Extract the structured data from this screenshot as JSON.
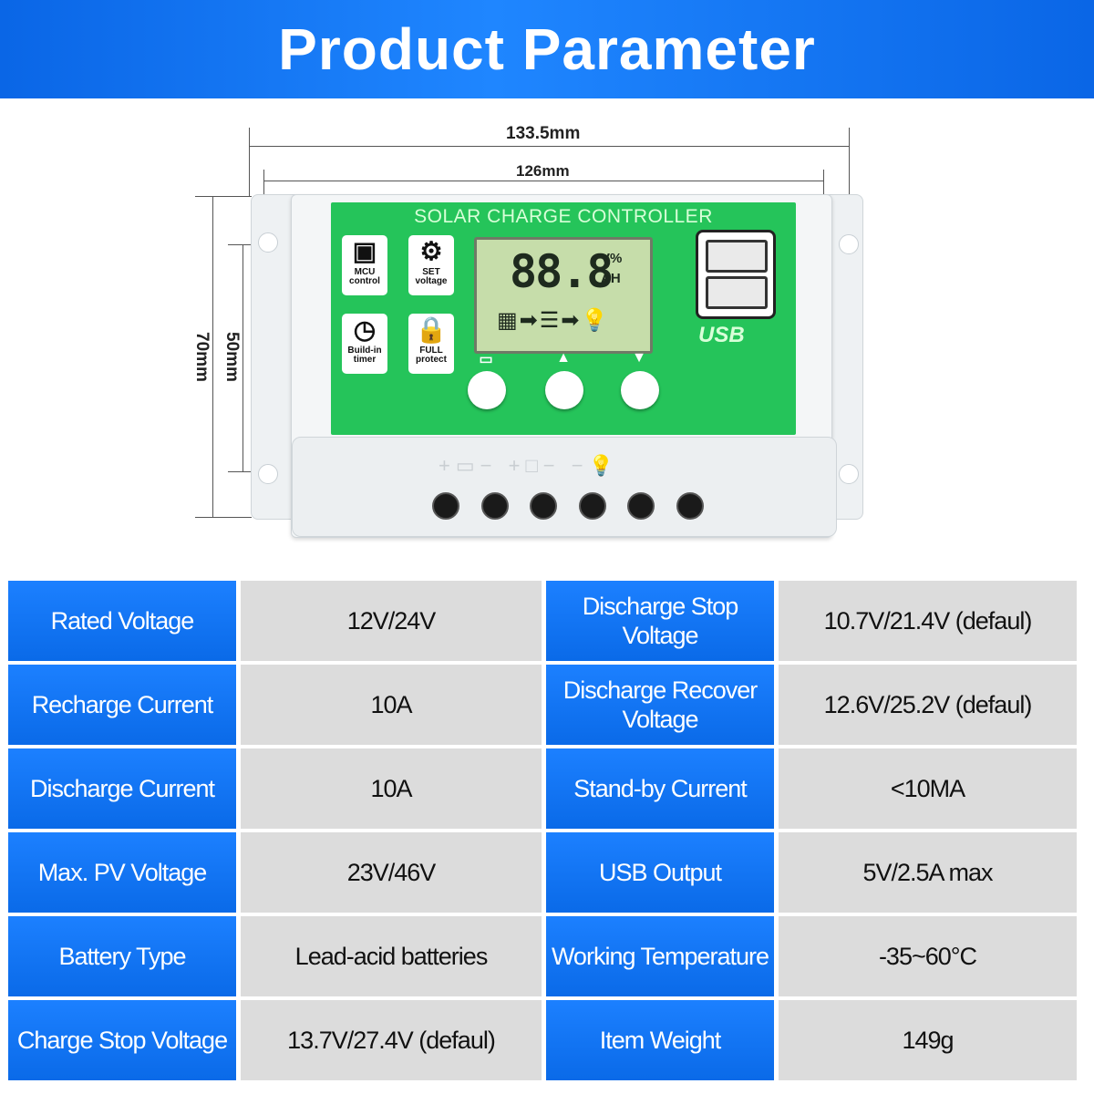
{
  "header": {
    "title": "Product Parameter"
  },
  "dimensions": {
    "total_width": "133.5mm",
    "inner_width": "126mm",
    "total_height": "70mm",
    "inner_height": "50mm"
  },
  "device": {
    "panel_title": "SOLAR CHARGE CONTROLLER",
    "features": [
      {
        "label": "MCU control",
        "icon": "chip-icon"
      },
      {
        "label": "SET voltage",
        "icon": "gear-icon"
      },
      {
        "label": "Build-in timer",
        "icon": "clock-icon"
      },
      {
        "label": "FULL protect",
        "icon": "lock-icon"
      }
    ],
    "lcd": {
      "digits": "88.8",
      "unit_top": "V%",
      "unit_bottom": "AH"
    },
    "usb_label": "USB"
  },
  "colors": {
    "header_blue": "#0a66e6",
    "label_blue": "#1c80ff",
    "panel_green": "#25c45a",
    "value_gray": "#dcdcdc"
  },
  "table": {
    "rows": [
      {
        "l1": "Rated Voltage",
        "v1": "12V/24V",
        "l2": "Discharge Stop Voltage",
        "v2": "10.7V/21.4V (defaul)"
      },
      {
        "l1": "Recharge Current",
        "v1": "10A",
        "l2": "Discharge Recover Voltage",
        "v2": "12.6V/25.2V (defaul)"
      },
      {
        "l1": "Discharge Current",
        "v1": "10A",
        "l2": "Stand-by Current",
        "v2": "<10MA"
      },
      {
        "l1": "Max. PV Voltage",
        "v1": "23V/46V",
        "l2": "USB Output",
        "v2": "5V/2.5A max"
      },
      {
        "l1": "Battery Type",
        "v1": "Lead-acid batteries",
        "l2": "Working Temperature",
        "v2": "-35~60°C"
      },
      {
        "l1": "Charge Stop Voltage",
        "v1": "13.7V/27.4V (defaul)",
        "l2": "Item Weight",
        "v2": "149g"
      }
    ]
  }
}
